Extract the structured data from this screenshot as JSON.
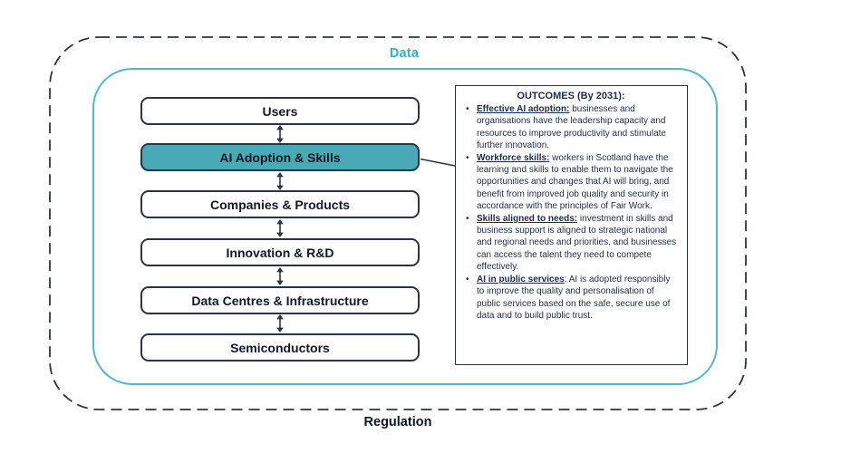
{
  "diagram": {
    "outer_boundary_label": "Regulation",
    "inner_boundary_label": "Data",
    "stack": {
      "items": [
        {
          "label": "Users",
          "highlight": false
        },
        {
          "label": "AI Adoption & Skills",
          "highlight": true
        },
        {
          "label": "Companies & Products",
          "highlight": false
        },
        {
          "label": "Innovation & R&D",
          "highlight": false
        },
        {
          "label": "Data Centres & Infrastructure",
          "highlight": false
        },
        {
          "label": "Semiconductors",
          "highlight": false
        }
      ]
    },
    "outcomes": {
      "title": "OUTCOMES (By 2031):",
      "bullet_char": "•",
      "bullets": [
        {
          "lead": "Effective AI adoption:",
          "rest": " businesses and organisations have the leadership capacity and resources to improve productivity and stimulate further innovation."
        },
        {
          "lead": "Workforce skills:",
          "rest": " workers in Scotland have the learning and skills to enable them to navigate the opportunities and changes that AI will bring, and benefit from improved job quality and security in accordance with the principles of Fair Work."
        },
        {
          "lead": "Skills aligned to needs:",
          "rest": " investment in skills and business support is aligned to strategic national and regional needs and priorities, and businesses can access the talent they need to compete effectively."
        },
        {
          "lead": "AI in public services",
          "rest": ": AI is adopted responsibly to improve the quality and personalisation of public services based on the safe, secure use of data and to build public trust."
        }
      ]
    }
  },
  "colors": {
    "teal-fill": "#4AA9B6",
    "teal-line": "#52B7C8",
    "teal-text": "#38ADC1",
    "ink": "#2B3347",
    "text-dark": "#1C2B4A"
  }
}
